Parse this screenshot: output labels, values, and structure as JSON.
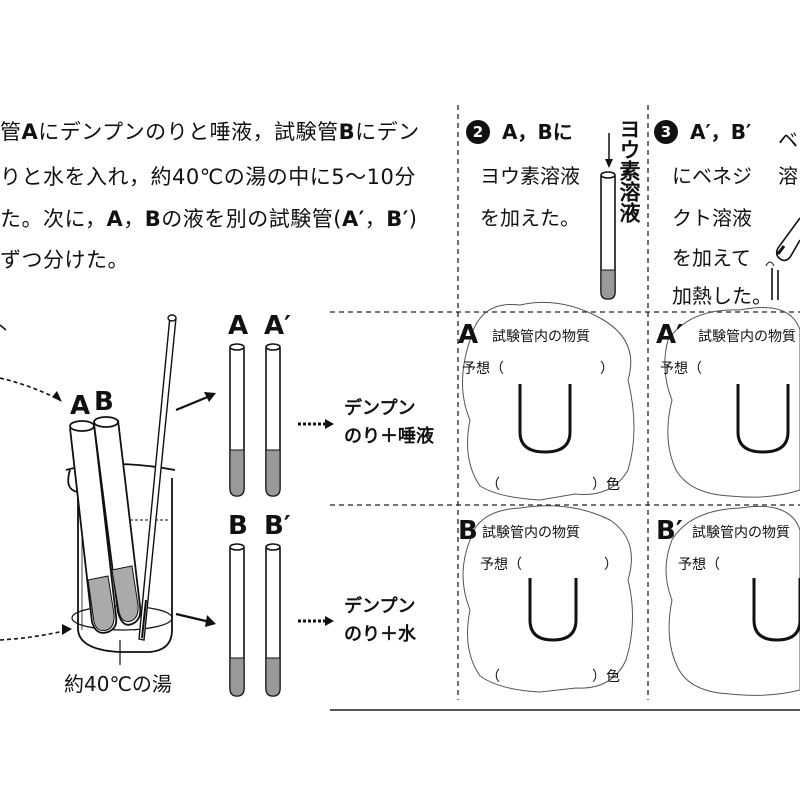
{
  "intro": {
    "line1_parts": [
      "管",
      "A",
      "にデンプンのりと唾液，試験管",
      "B",
      "にデン"
    ],
    "line2": "りと水を入れ，約40℃の湯の中に5〜10分",
    "line3_parts": [
      "た。次に，",
      "A",
      "，",
      "B",
      "の液を別の試験管(",
      "A′",
      "，",
      "B′",
      ")"
    ],
    "line4": "ずつ分けた。"
  },
  "beaker": {
    "label_A": "A",
    "label_B": "B",
    "water_label": "約40℃の湯"
  },
  "tubes_right": {
    "top_labels": [
      "A",
      "A′"
    ],
    "bottom_labels": [
      "B",
      "B′"
    ],
    "mix_top_line1": "デンプン",
    "mix_top_line2": "のり＋唾液",
    "mix_bottom_line1": "デンプン",
    "mix_bottom_line2": "のり＋水"
  },
  "step2": {
    "number": "2",
    "line1": "A，Bに",
    "line2": "ヨウ素溶液",
    "line3": "を加えた。",
    "reagent_vertical": "ヨウ素溶液"
  },
  "step3": {
    "number": "3",
    "line1": "A′，B′",
    "line2": "にベネジ",
    "line3": "クト溶液",
    "line4": "を加えて",
    "line5": "加熱した。",
    "reagent_partial_1": "ベ",
    "reagent_partial_2": "溶"
  },
  "panels": {
    "title": "試験管内の物質",
    "prediction": "予想（",
    "close_paren": "）",
    "open_paren": "（",
    "color_suffix": "）色",
    "letters": [
      "A",
      "A′",
      "B",
      "B′"
    ]
  }
}
